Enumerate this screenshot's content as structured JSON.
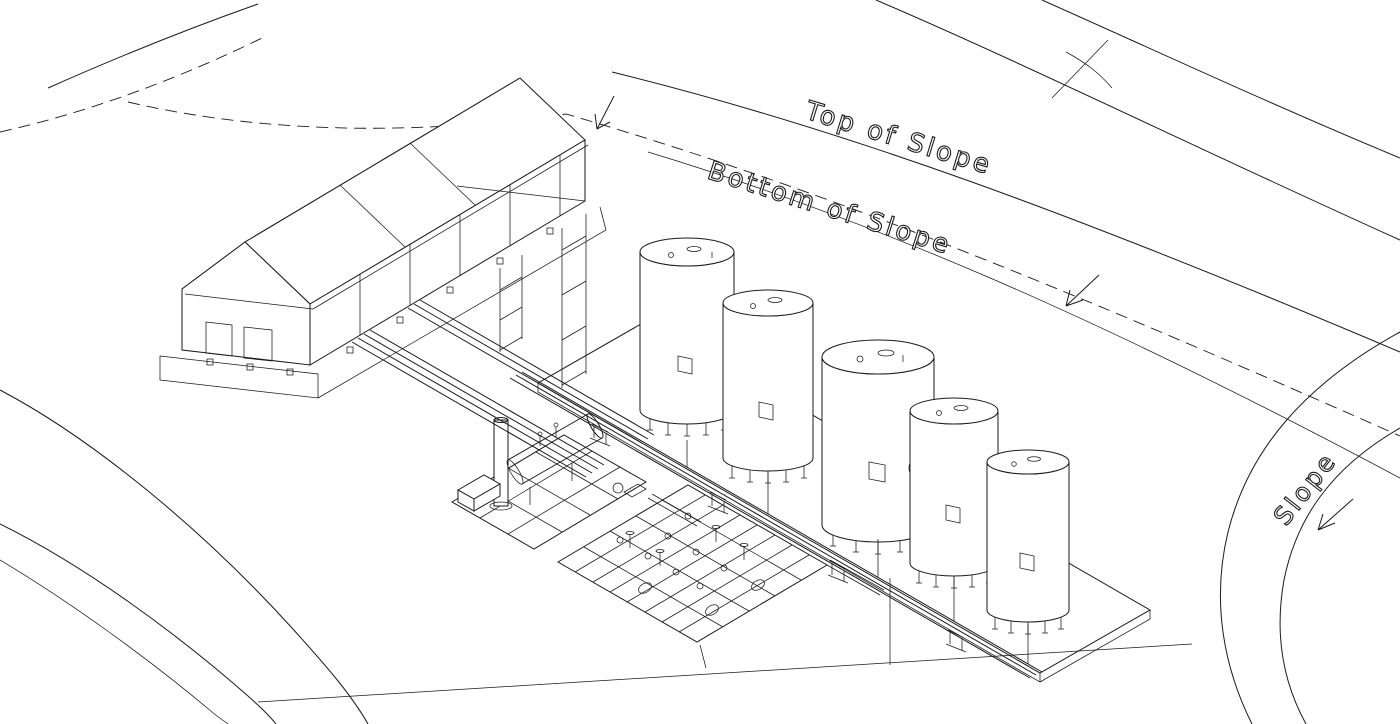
{
  "drawing": {
    "kind": "isometric-piping-site-plan",
    "background": "#ffffff",
    "line_color": "#1a1a1a",
    "labels": {
      "top_of_slope": "Top of Slope",
      "bottom_of_slope": "Bottom of Slope",
      "slope": "Slope"
    },
    "equipment_counts": {
      "storage_tanks": 5
    }
  }
}
